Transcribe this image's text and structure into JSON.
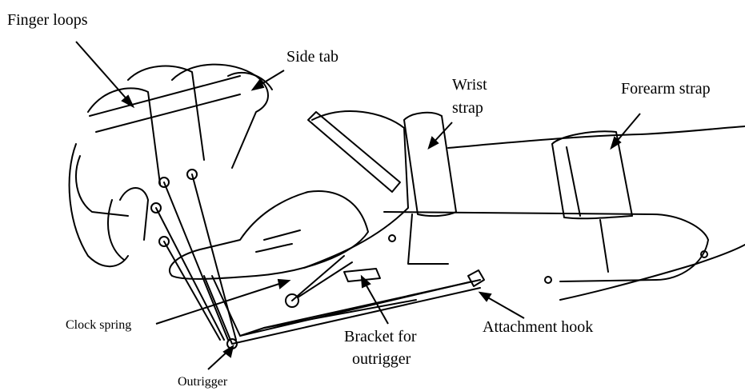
{
  "labels": {
    "finger_loops": "Finger loops",
    "side_tab": "Side tab",
    "wrist_strap_line1": "Wrist",
    "wrist_strap_line2": "strap",
    "forearm_strap": "Forearm strap",
    "clock_spring": "Clock spring",
    "bracket_line1": "Bracket for",
    "bracket_line2": "outrigger",
    "attachment_hook": "Attachment hook",
    "outrigger": "Outrigger"
  }
}
